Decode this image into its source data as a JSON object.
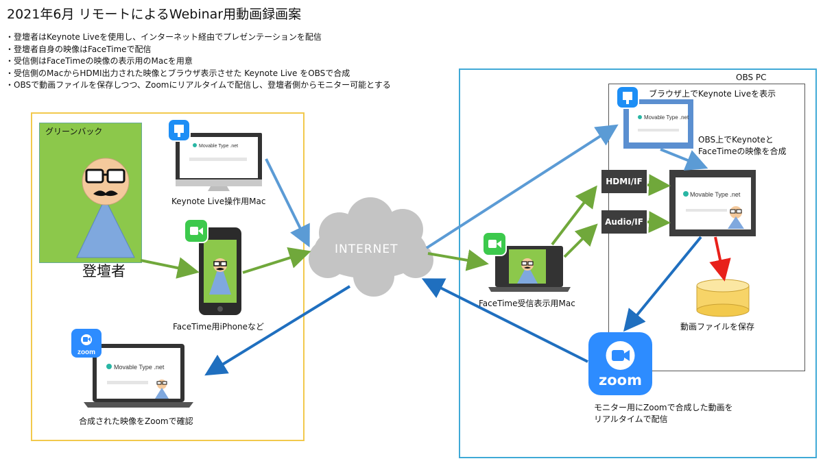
{
  "title": "2021年6月 リモートによるWebinar用動画録画案",
  "bullets": [
    "登壇者はKeynote Liveを使用し、インターネット経由でプレゼンテーションを配信",
    "登壇者自身の映像はFaceTimeで配信",
    "受信側はFaceTimeの映像の表示用のMacを用意",
    "受信側のMacからHDMI出力された映像とブラウザ表示させた Keynote Live をOBSで合成",
    "OBSで動画ファイルを保存しつつ、Zoomにリアルタイムで配信し、登壇者側からモニター可能とする"
  ],
  "left": {
    "greenback_label": "グリーンバック",
    "presenter_label": "登壇者",
    "keynote_mac_label": "Keynote Live操作用Mac",
    "iphone_label": "FaceTime用iPhoneなど",
    "zoom_check_label": "合成された映像をZoomで確認",
    "zoom_small_text": "zoom"
  },
  "center": {
    "cloud_label": "INTERNET"
  },
  "right": {
    "obs_pc_label": "OBS PC",
    "browser_label": "ブラウザ上でKeynote Liveを表示",
    "compose_label_1": "OBS上でKeynoteと",
    "compose_label_2": "FaceTimeの映像を合成",
    "hdmi_label": "HDMI/IF",
    "audio_label": "Audio/IF",
    "facetime_mac_label": "FaceTime受信表示用Mac",
    "save_label": "動画ファイルを保存",
    "zoom_big_text": "zoom",
    "monitor_label_1": "モニター用にZoomで合成した動画を",
    "monitor_label_2": "リアルタイムで配信"
  },
  "slide": {
    "brand": "Movable Type",
    "brand_suffix": ".net"
  },
  "colors": {
    "green_arrow": "#70a83b",
    "blue_arrow": "#5b9bd5",
    "dark_blue_arrow": "#1f6fbf",
    "red_arrow": "#e8201a",
    "greenback": "#8cc84b",
    "yellow_box": "#f2c94c",
    "blue_box": "#3fa9d6"
  }
}
